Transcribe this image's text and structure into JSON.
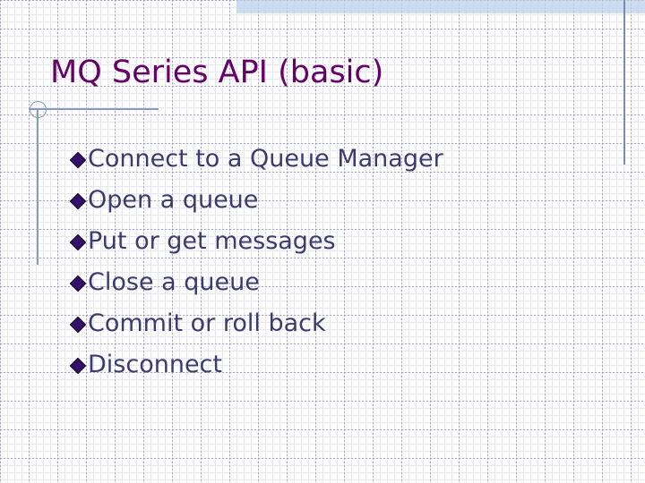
{
  "slide": {
    "title": "MQ Series API (basic)",
    "bullets": [
      {
        "text": "Connect to a Queue Manager",
        "marker": "diamond-bullet-icon"
      },
      {
        "text": "Open a queue",
        "marker": "diamond-bullet-icon"
      },
      {
        "text": "Put or get messages",
        "marker": "diamond-bullet-icon"
      },
      {
        "text": "Close a queue",
        "marker": "diamond-bullet-icon"
      },
      {
        "text": "Commit or roll back",
        "marker": "diamond-bullet-icon"
      },
      {
        "text": "Disconnect",
        "marker": "diamond-bullet-icon"
      }
    ]
  },
  "colors": {
    "title": "#660066",
    "body_text": "#3b3b6e",
    "bullet_fill": "#33116b",
    "bullet_outline": "#1a0a33",
    "accent_rule": "#8b9ab8",
    "accent_rule_right": "#7b8bab",
    "top_band": "#bcd0ea",
    "background": "#ffffff",
    "grid_line": "#9696b9"
  },
  "decor": {
    "top_band_name": "top-accent-band",
    "circle_name": "title-circle-ornament",
    "horizontal_rule_name": "title-underline-rule",
    "left_rule_name": "left-vertical-rule",
    "right_rule_name": "right-vertical-rule",
    "background_name": "graph-paper-background"
  }
}
